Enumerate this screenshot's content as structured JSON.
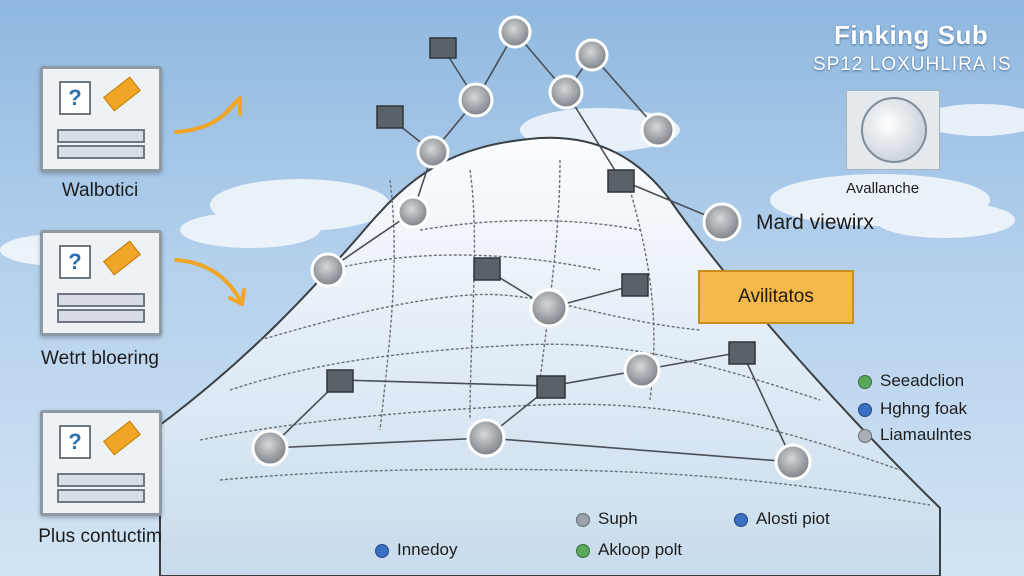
{
  "header": {
    "title": "Finking Sub",
    "subtitle": "SP12 LOXUHLIRA IS"
  },
  "left_panels": [
    {
      "label": "Walbotici"
    },
    {
      "label": "Wetrt bloering"
    },
    {
      "label": "Plus contuctim"
    }
  ],
  "logo": {
    "caption": "Avallanche"
  },
  "map_label": "Mard viewirx",
  "banner": {
    "label": "Avilitatos"
  },
  "legend_right": [
    {
      "label": "Seeadclion",
      "color": "#5aa85a"
    },
    {
      "label": "Hghng foak",
      "color": "#3a6fc4"
    },
    {
      "label": "Liamaulntes",
      "color": "#a7aeb5"
    }
  ],
  "legend_bottom": [
    {
      "label": "Suph",
      "color": "#9aa3ab"
    },
    {
      "label": "Alosti piot",
      "color": "#3a6fc4"
    },
    {
      "label": "Innedoy",
      "color": "#3a6fc4"
    },
    {
      "label": "Akloop polt",
      "color": "#5aa85a"
    }
  ],
  "colors": {
    "accent": "#f0a526",
    "sky": "#9cc1e3",
    "mountain": "#eef3f8",
    "node": "#8a8f94",
    "line": "#4a4f55"
  },
  "icons": {
    "panel": "question-monitor-icon",
    "node": "cloud-node-icon",
    "server": "server-box-icon",
    "logo": "avalanche-disc-icon"
  }
}
